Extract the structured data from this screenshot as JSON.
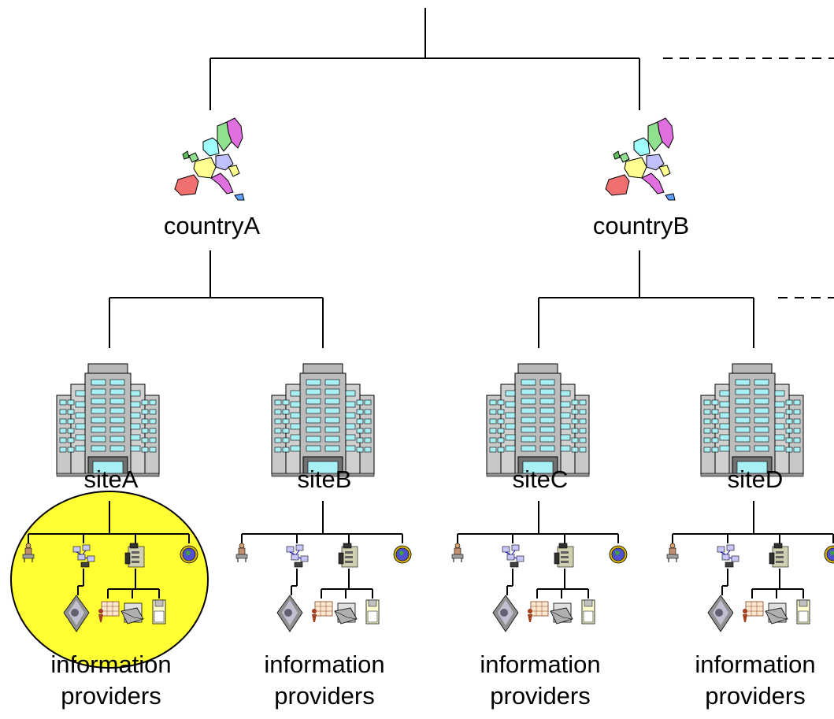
{
  "countries": [
    {
      "label": "countryA"
    },
    {
      "label": "countryB"
    }
  ],
  "sites": [
    {
      "label": "siteA",
      "highlighted": true,
      "providers_line1": "information",
      "providers_line2": "providers"
    },
    {
      "label": "siteB",
      "highlighted": false,
      "providers_line1": "information",
      "providers_line2": "providers"
    },
    {
      "label": "siteC",
      "highlighted": false,
      "providers_line1": "information",
      "providers_line2": "providers"
    },
    {
      "label": "siteD",
      "highlighted": false,
      "providers_line1": "information",
      "providers_line2": "providers"
    }
  ],
  "colors": {
    "highlight": "#ffff33",
    "building_window": "#a9f0f5",
    "building_body": "#c8c8c8",
    "line": "#000000"
  },
  "icons": [
    "europe-map-icon",
    "office-building-icon",
    "person-icon",
    "network-computers-icon",
    "archive-server-icon",
    "globe-badge-icon",
    "photo-diamond-icon",
    "chart-presenter-icon",
    "mail-document-icon",
    "floppy-disk-icon"
  ]
}
